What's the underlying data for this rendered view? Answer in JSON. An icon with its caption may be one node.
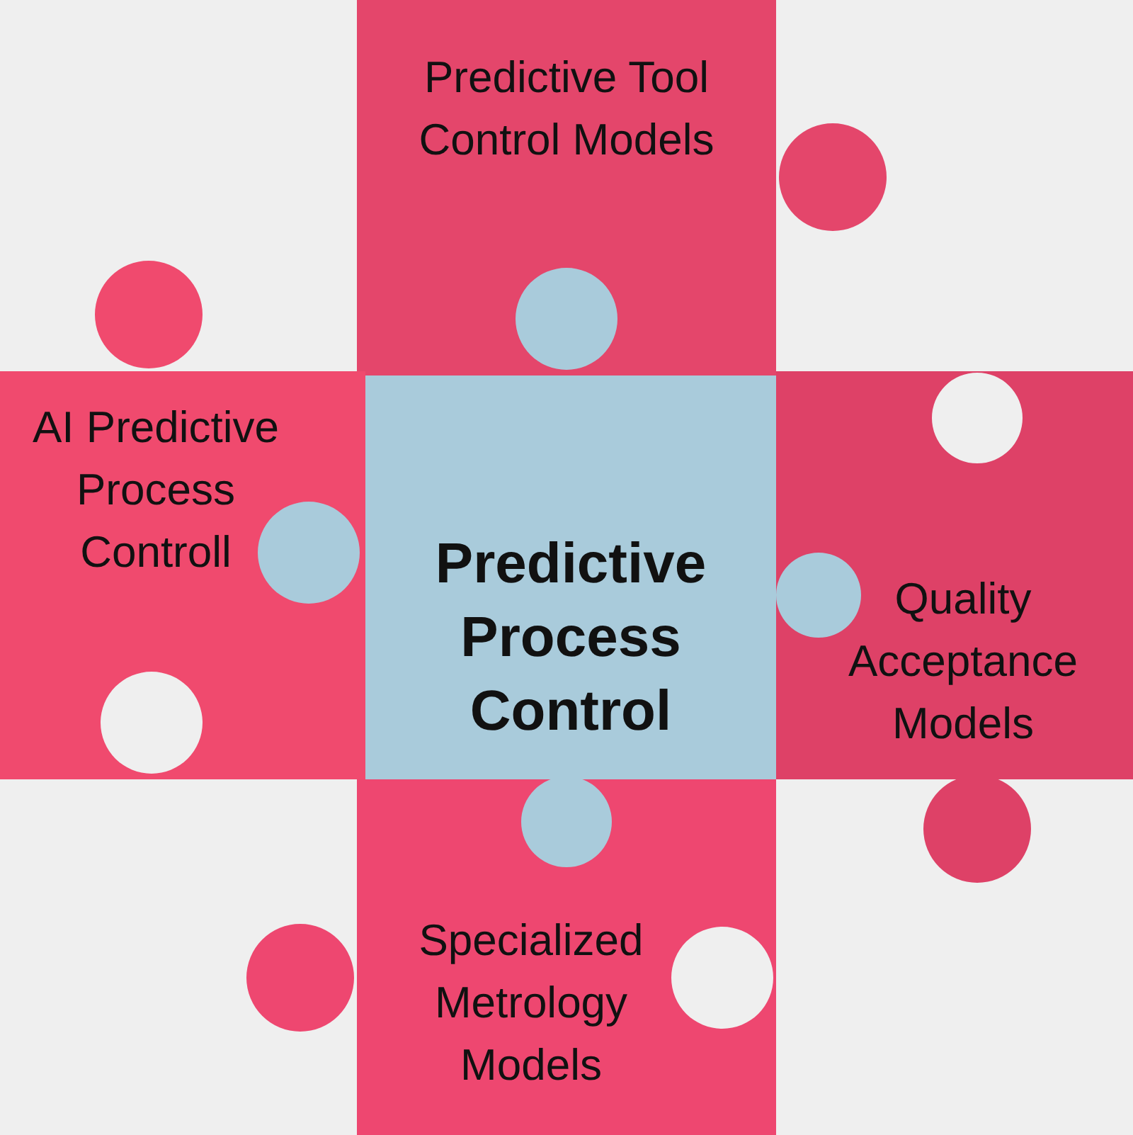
{
  "diagram": {
    "nodes": [
      {
        "text": [
          "Predictive Tool Control Models"
        ]
      },
      {
        "text": [
          "AI Predictive Process Controll"
        ]
      },
      {
        "text": [
          "Predictive Process Control"
        ]
      },
      {
        "text": [
          "Quality Acceptance Models"
        ]
      },
      {
        "text": [
          "Specialized Metrology Models"
        ]
      }
    ]
  }
}
